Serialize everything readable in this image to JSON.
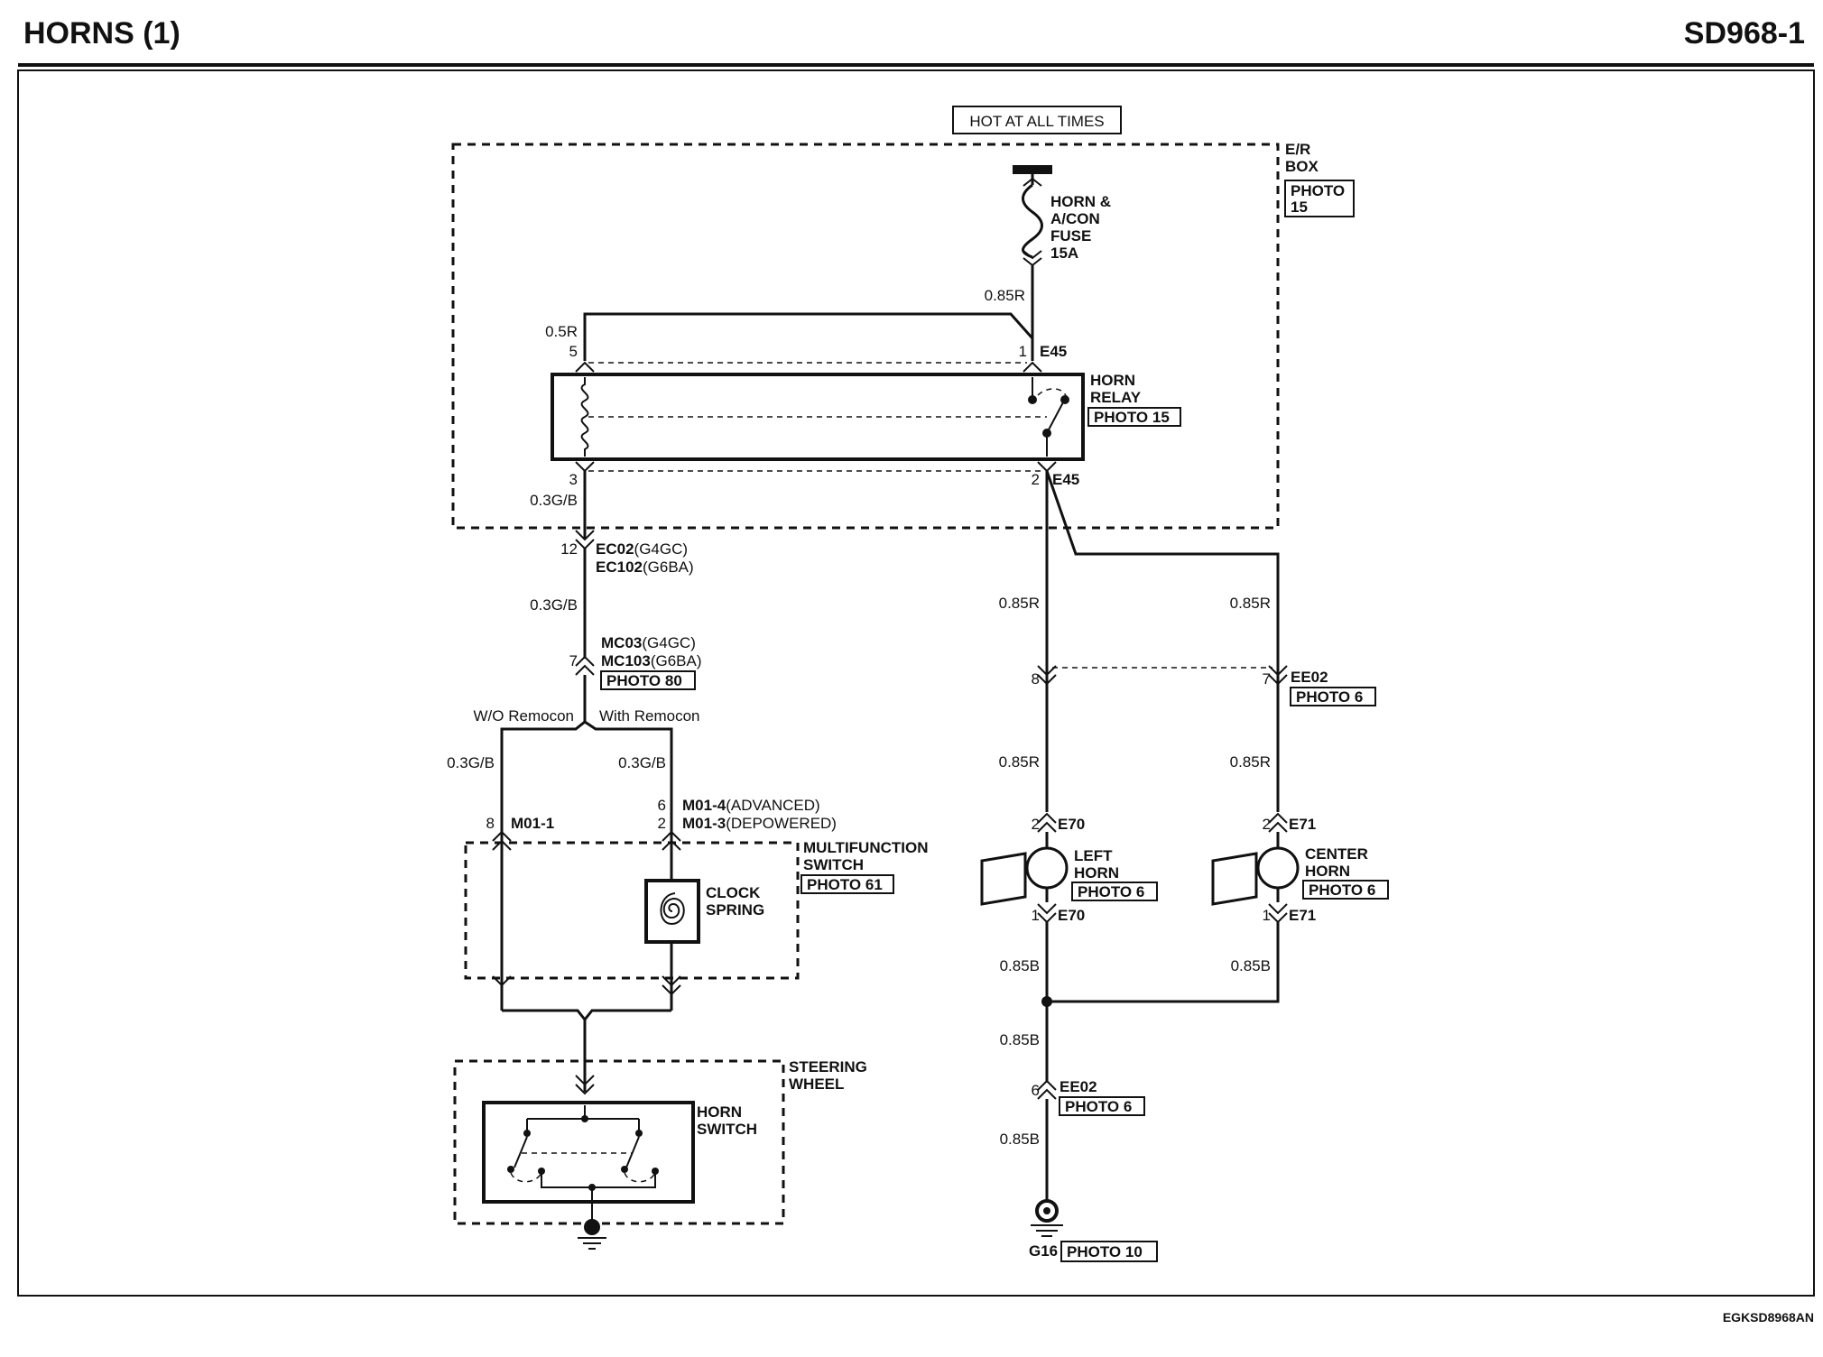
{
  "header": {
    "title": "HORNS (1)",
    "code": "SD968-1"
  },
  "footer": {
    "id": "EGKSD8968AN"
  },
  "labels": {
    "hot": "HOT AT ALL TIMES",
    "er1": "E/R",
    "er2": "BOX",
    "er_photo1": "PHOTO",
    "er_photo2": "15",
    "fuse1": "HORN &",
    "fuse2": "A/CON",
    "fuse3": "FUSE",
    "fuse4": "15A",
    "w_085r_top": "0.85R",
    "w_05r": "0.5R",
    "pin5": "5",
    "pin1": "1",
    "e45_top": "E45",
    "relay1": "HORN",
    "relay2": "RELAY",
    "relay_photo": "PHOTO 15",
    "pin3": "3",
    "w_03gb_a": "0.3G/B",
    "pin2": "2",
    "e45_bot": "E45",
    "pin12": "12",
    "ec02": "EC02",
    "ec02s": "(G4GC)",
    "ec102": "EC102",
    "ec102s": "(G6BA)",
    "w_03gb_b": "0.3G/B",
    "pin7": "7",
    "mc03": "MC03",
    "mc03s": "(G4GC)",
    "mc103": "MC103",
    "mc103s": "(G6BA)",
    "photo80": "PHOTO 80",
    "wo_rem": "W/O Remocon",
    "with_rem": "With Remocon",
    "w_03gb_c": "0.3G/B",
    "w_03gb_d": "0.3G/B",
    "pin8m": "8",
    "m011": "M01-1",
    "pin6m": "6",
    "m014": "M01-4",
    "m014s": "(ADVANCED)",
    "pin2m": "2",
    "m013": "M01-3",
    "m013s": "(DEPOWERED)",
    "mf1": "MULTIFUNCTION",
    "mf2": "SWITCH",
    "mf_photo": "PHOTO 61",
    "cs1": "CLOCK",
    "cs2": "SPRING",
    "sw1": "STEERING",
    "sw2": "WHEEL",
    "hs1": "HORN",
    "hs2": "SWITCH",
    "w_085r_l1": "0.85R",
    "w_085r_r1": "0.85R",
    "pin8e": "8",
    "pin7e": "7",
    "ee02_top": "EE02",
    "photo6_ee02": "PHOTO 6",
    "w_085r_l2": "0.85R",
    "w_085r_r2": "0.85R",
    "pin2l": "2",
    "e70_top": "E70",
    "pin2r": "2",
    "e71_top": "E71",
    "lh1": "LEFT",
    "lh2": "HORN",
    "lh_photo": "PHOTO 6",
    "ch1": "CENTER",
    "ch2": "HORN",
    "ch_photo": "PHOTO 6",
    "pin1l": "1",
    "e70_bot": "E70",
    "pin1r": "1",
    "e71_bot": "E71",
    "w_085b_l": "0.85B",
    "w_085b_r": "0.85B",
    "w_085b_2": "0.85B",
    "pin6e": "6",
    "ee02_bot": "EE02",
    "photo6_ee02b": "PHOTO 6",
    "w_085b_3": "0.85B",
    "g16": "G16",
    "photo10": "PHOTO 10"
  }
}
